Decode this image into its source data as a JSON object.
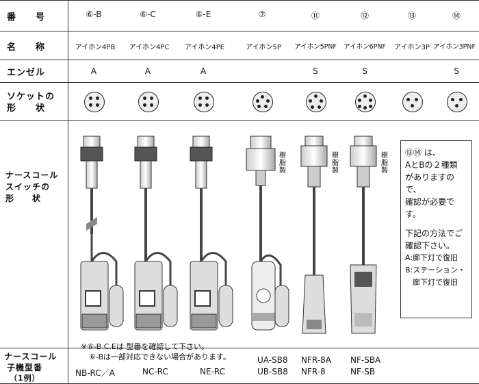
{
  "labels": {
    "number": "番　　号",
    "name": "名　　称",
    "ensel": "エンゼル",
    "socket_1": "ソケットの",
    "socket_2": "形　　状",
    "switch_1": "ナースコール",
    "switch_2": "スイッチの",
    "switch_3": "形　　状",
    "child_1": "ナースコール",
    "child_2": "子機型番",
    "child_3": "（1例）"
  },
  "columns": [
    {
      "number": "⑥-B",
      "name": "アイホン4PB",
      "ensel": "A"
    },
    {
      "number": "⑥-C",
      "name": "アイホン4PC",
      "ensel": "A"
    },
    {
      "number": "⑥-E",
      "name": "アイホン4PE",
      "ensel": "A"
    },
    {
      "number": "⑦",
      "name": "アイホン5P",
      "ensel": ""
    },
    {
      "number": "⑪",
      "name": "アイホン5PNF",
      "ensel": "S"
    },
    {
      "number": "⑫",
      "name": "アイホン6PNF",
      "ensel": "S"
    },
    {
      "number": "⑬",
      "name": "アイホン3P",
      "ensel": ""
    },
    {
      "number": "⑭",
      "name": "アイホン3PNF",
      "ensel": "S"
    }
  ],
  "resin_label": "樹脂製",
  "note": {
    "line1": "⑬⑭ は、",
    "line2": "AとBの２種類",
    "line3": "がありますので、",
    "line4": "確認が必要です。",
    "line5": "下記の方法でご",
    "line6": "確認下さい。",
    "line7": "A:廊下灯で復旧",
    "line8": "B:ステーション・",
    "line9": "　廊下灯で復旧"
  },
  "footnote": {
    "line1": "※⑥-B.C.Eは 型番を確認して下さい。",
    "line2": "⑥-Bは一部対応できない場合があります。"
  },
  "child_models": {
    "c1": "NB-RC／A",
    "c2": "NC-RC",
    "c3": "NE-RC",
    "c4a": "UA-SB8",
    "c4b": "UB-SB8",
    "c5a": "NFR-8A",
    "c5b": "NFR-8",
    "c6a": "NF-SBA",
    "c6b": "NF-SB"
  }
}
